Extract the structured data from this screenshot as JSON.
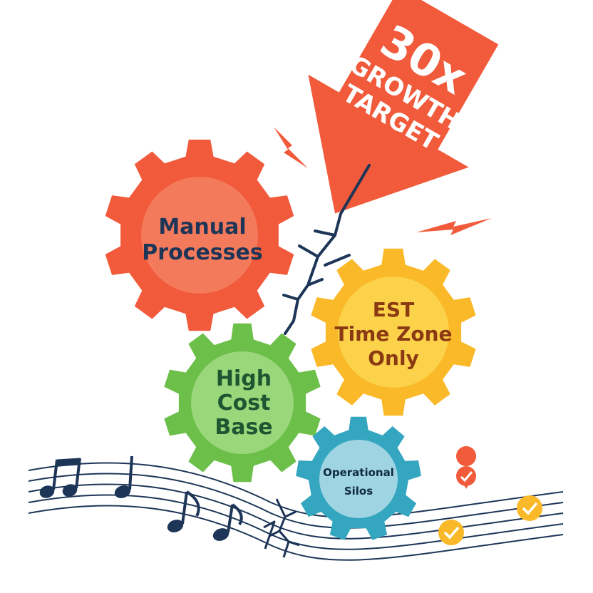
{
  "arrow": {
    "line1": "30x",
    "line2": "GROWTH",
    "line3": "TARGET",
    "color": "#f15a3a"
  },
  "gears": {
    "manual": {
      "line1": "Manual",
      "line2": "Processes",
      "outer_color": "#f15a3a",
      "inner_color": "#f47a5c",
      "text_color": "#1d3557"
    },
    "est": {
      "line1": "EST",
      "line2": "Time Zone",
      "line3": "Only",
      "outer_color": "#f9b928",
      "inner_color": "#fcd24a",
      "text_color": "#8a3a12"
    },
    "cost": {
      "line1": "High",
      "line2": "Cost",
      "line3": "Base",
      "outer_color": "#6cc04a",
      "inner_color": "#9ad77a",
      "text_color": "#1e5631"
    },
    "silos": {
      "line1": "Operational",
      "line2": "Silos",
      "outer_color": "#34a6c0",
      "inner_color": "#9fd4e3",
      "text_color": "#0f2a44"
    }
  },
  "colors": {
    "crack": "#1d3557",
    "lightning": "#f15a3a",
    "staff": "#1d3557",
    "check_orange": "#f15a3a",
    "check_yellow": "#f9b928"
  },
  "icons": [
    "lightning-icon",
    "music-note-icon",
    "checkmark-icon",
    "crack-icon"
  ]
}
